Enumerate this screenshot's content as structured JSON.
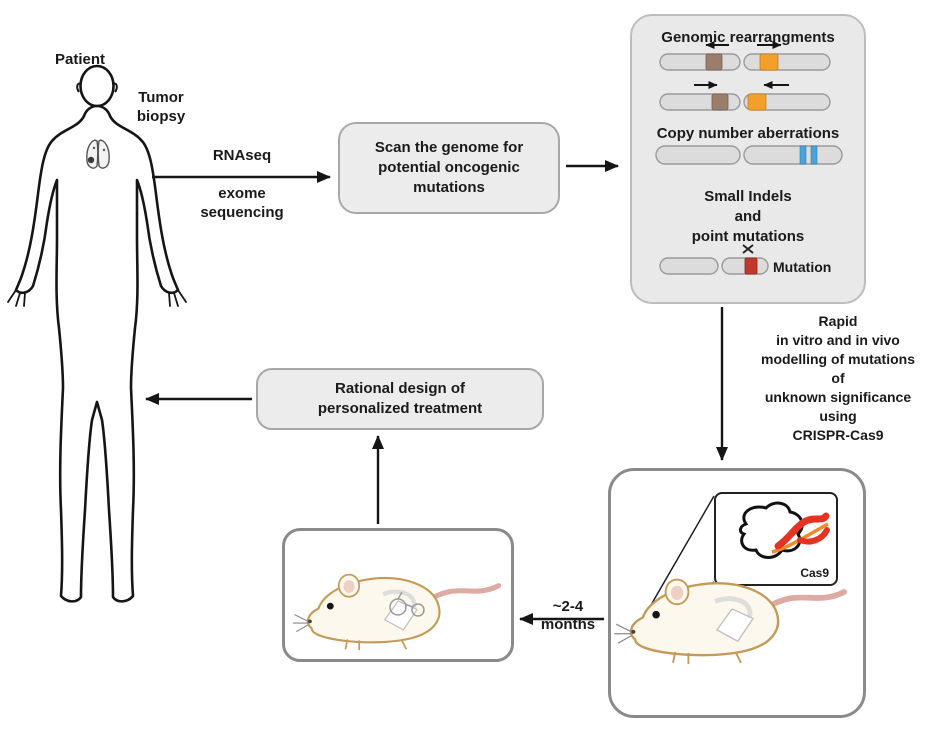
{
  "colors": {
    "box_fill": "#ececec",
    "box_border": "#a8a8a8",
    "panel_fill": "#e9e9e9",
    "outline_box_border": "#8a8a8a",
    "chromosome_fill": "#dcdcdc",
    "brown_segment": "#9b7d6e",
    "orange_segment": "#f2a02c",
    "blue_stripe": "#4aa3d8",
    "red_mutation": "#c1392d",
    "cas9_red": "#e63222",
    "cas9_orange": "#f08a28",
    "mouse_outline": "#c49a58",
    "tail_pink": "#dfa9a4"
  },
  "patient": {
    "label": "Patient",
    "biopsy_label": "Tumor\nbiopsy"
  },
  "sequencing": {
    "top_label": "RNAseq",
    "bottom_label": "exome\nsequencing"
  },
  "scan_box": {
    "text": "Scan the genome for\npotential oncogenic\nmutations"
  },
  "panel": {
    "rearrangements_title": "Genomic rearrangments",
    "copy_number_title": "Copy number aberrations",
    "indels_text": "Small Indels\nand\npoint mutations",
    "mutation_label": "Mutation"
  },
  "modelling_note": {
    "text": "Rapid\nin vitro and in vivo\nmodelling of mutations\nof\nunknown significance\nusing\nCRISPR-Cas9"
  },
  "cas9_inset": {
    "label": "Cas9"
  },
  "duration": {
    "text": "~2-4\nmonths"
  },
  "treatment_box": {
    "text": "Rational design of\npersonalized treatment"
  }
}
